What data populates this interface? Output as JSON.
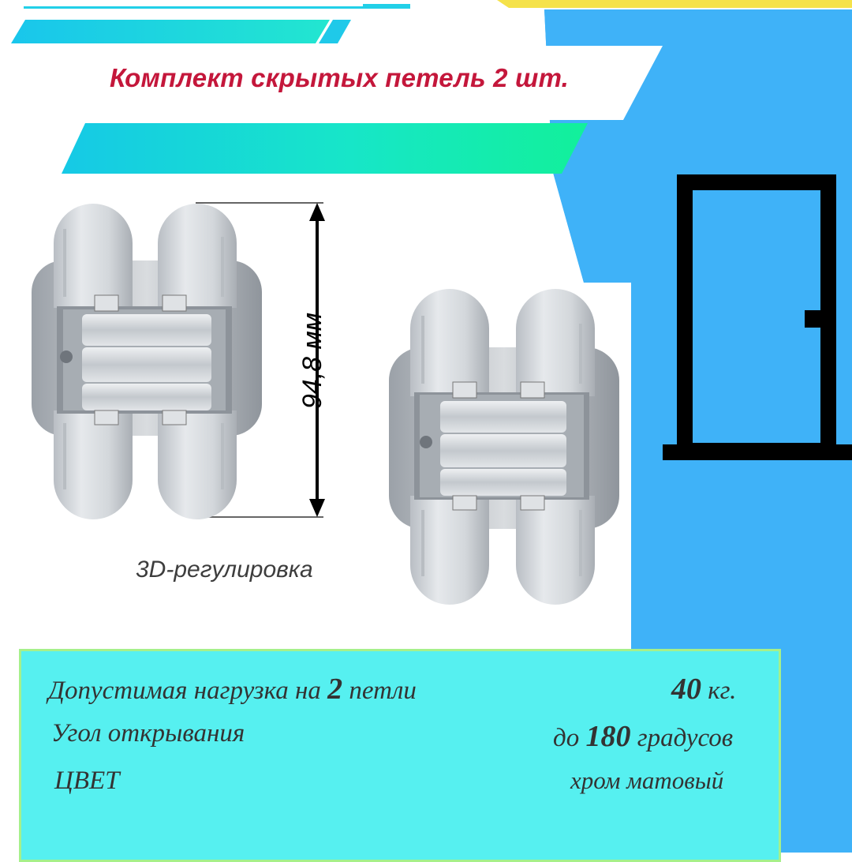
{
  "title": {
    "text": "Комплект скрытых петель 2 шт.",
    "color": "#c4173b"
  },
  "dimension": {
    "label": "94,8 мм"
  },
  "caption": {
    "text": "3D-регулировка"
  },
  "specs": {
    "load": {
      "label_prefix": "Допустимая нагрузка на",
      "label_number": "2",
      "label_suffix": "петли",
      "value_number": "40",
      "value_unit": "кг."
    },
    "angle": {
      "label": "Угол открывания",
      "value_prefix": "до",
      "value_number": "180",
      "value_suffix": "градусов"
    },
    "color": {
      "label": "ЦВЕТ",
      "value": "хром матовый"
    }
  },
  "icons": {
    "door": "door-icon",
    "hinge": "concealed-hinge-image"
  },
  "colors": {
    "blue_background": "#3fb2f8",
    "cyan_panel": "#56f0f0",
    "yellow_accent": "#f5e24a",
    "title_red": "#c4173b"
  }
}
